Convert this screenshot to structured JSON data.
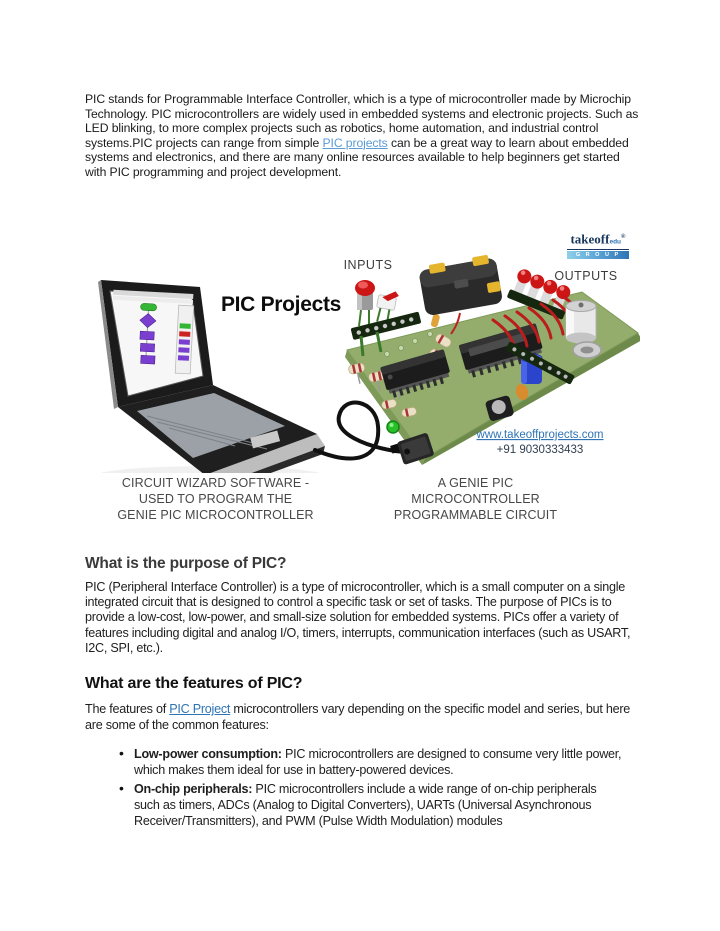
{
  "intro": {
    "pre_link": "PIC stands for Programmable Interface Controller, which is a type of microcontroller made by Microchip Technology. PIC microcontrollers are widely used in embedded systems and electronic projects. Such as LED blinking, to more complex projects such as robotics, home automation, and industrial control systems.PIC projects can range from simple ",
    "link": "PIC projects",
    "post_link": " can be a great way to learn about embedded systems and electronics, and there are many online resources available to help beginners get started with PIC programming and project development."
  },
  "figure": {
    "title": "PIC Projects",
    "inputs_label": "INPUTS",
    "outputs_label": "OUTPUTS",
    "website": "www.takeoffprojects.com",
    "phone": "+91 9030333433",
    "logo": {
      "brand": "takeoff",
      "sub": "edu",
      "reg": "®",
      "group": "G R O U P"
    },
    "caption_left": [
      "CIRCUIT WIZARD SOFTWARE -",
      "USED TO PROGRAM THE",
      "GENIE PIC MICROCONTROLLER"
    ],
    "caption_right": [
      "A GENIE PIC MICROCONTROLLER",
      "PROGRAMMABLE CIRCUIT"
    ]
  },
  "purpose": {
    "heading": "What is the purpose of PIC?",
    "body": "PIC (Peripheral Interface Controller) is a type of microcontroller, which is a small computer on a single integrated circuit that is designed to control a specific task or set of tasks. The purpose of PICs is to provide a low-cost, low-power, and small-size solution for embedded systems. PICs offer a variety of features including digital and analog I/O, timers, interrupts, communication interfaces (such as USART, I2C, SPI, etc.)."
  },
  "features": {
    "heading": "What are the features of PIC?",
    "intro_pre": "The features of ",
    "intro_link": "PIC Project",
    "intro_post": " microcontrollers vary depending on the specific model and series, but here are some of the common features:",
    "bullets": [
      {
        "bold": "Low-power consumption:",
        "text": " PIC microcontrollers are designed to consume very little power, which makes them ideal for use in battery-powered devices."
      },
      {
        "bold": "On-chip peripherals:",
        "text": " PIC microcontrollers include a wide range of on-chip peripherals such as timers, ADCs (Analog to Digital Converters), UARTs (Universal Asynchronous Receiver/Transmitters), and PWM (Pulse Width Modulation) modules"
      }
    ]
  },
  "colors": {
    "link_light": "#5b9bd5",
    "link_blue": "#2e74b5",
    "pcb_green": "#94ad6d"
  }
}
